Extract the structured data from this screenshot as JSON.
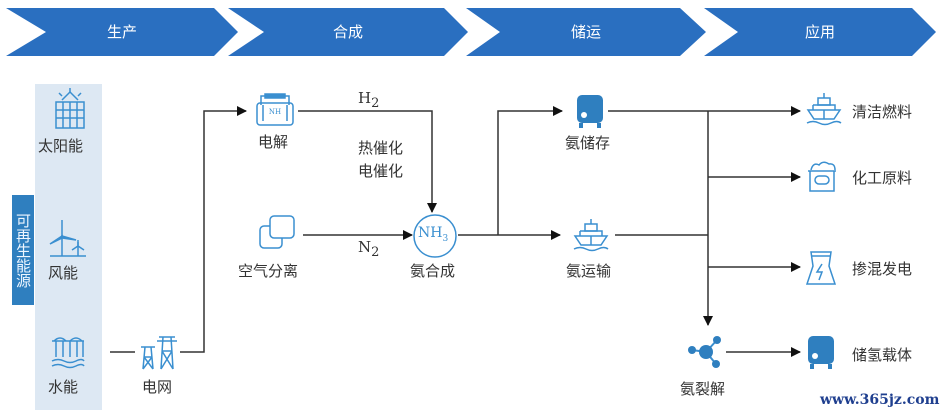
{
  "stages": [
    "生产",
    "合成",
    "储运",
    "应用"
  ],
  "renewable_label": "可再生能源",
  "sources": {
    "solar": "太阳能",
    "wind": "风能",
    "hydro": "水能"
  },
  "grid": "电网",
  "electrolysis": "电解",
  "air_separation": "空气分离",
  "h2": {
    "main": "H",
    "sub": "2"
  },
  "n2": {
    "main": "N",
    "sub": "2"
  },
  "catalysis": [
    "热催化",
    "电催化"
  ],
  "nh3": {
    "main": "NH",
    "sub": "3"
  },
  "synthesis": "氨合成",
  "storage": "氨储存",
  "transport": "氨运输",
  "cracking": "氨裂解",
  "applications": [
    "清洁燃料",
    "化工原料",
    "掺混发电",
    "储氢载体"
  ],
  "watermark": "www.365jz.com",
  "colors": {
    "stage_blue": "#2a6fc0",
    "icon_blue": "#3a8fd0",
    "panel": "#dde8f3"
  }
}
